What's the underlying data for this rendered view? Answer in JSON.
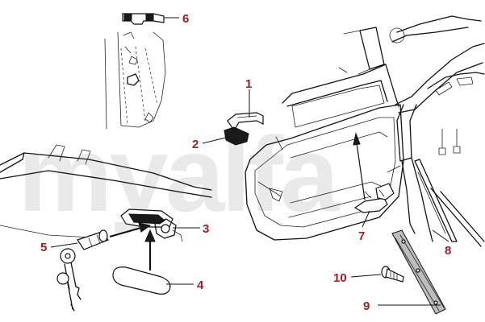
{
  "watermark": "myalfa",
  "callouts": [
    {
      "id": "1",
      "label": "1"
    },
    {
      "id": "2",
      "label": "2"
    },
    {
      "id": "3",
      "label": "3"
    },
    {
      "id": "4",
      "label": "4"
    },
    {
      "id": "5",
      "label": "5"
    },
    {
      "id": "6",
      "label": "6"
    },
    {
      "id": "7",
      "label": "7"
    },
    {
      "id": "8",
      "label": "8"
    },
    {
      "id": "9",
      "label": "9"
    },
    {
      "id": "10",
      "label": "10"
    }
  ],
  "colors": {
    "callout": "#a11d24",
    "ink": "#111111",
    "watermark": "#d8d8d8"
  }
}
